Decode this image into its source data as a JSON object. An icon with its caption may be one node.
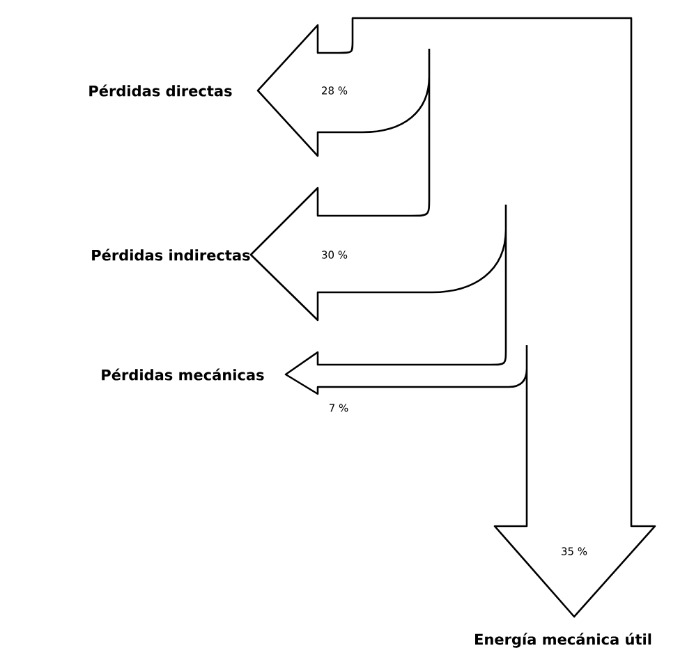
{
  "diagram": {
    "nodes": [
      {
        "text": [
          "28 %"
        ]
      },
      {
        "text": [
          "30 %"
        ]
      },
      {
        "text": [
          "7 %"
        ]
      },
      {
        "text": [
          "35 %"
        ]
      }
    ],
    "labels": [
      "Pérdidas directas",
      "Pérdidas indirectas",
      "Pérdidas mecánicas",
      "Energía mecánica útil"
    ]
  }
}
